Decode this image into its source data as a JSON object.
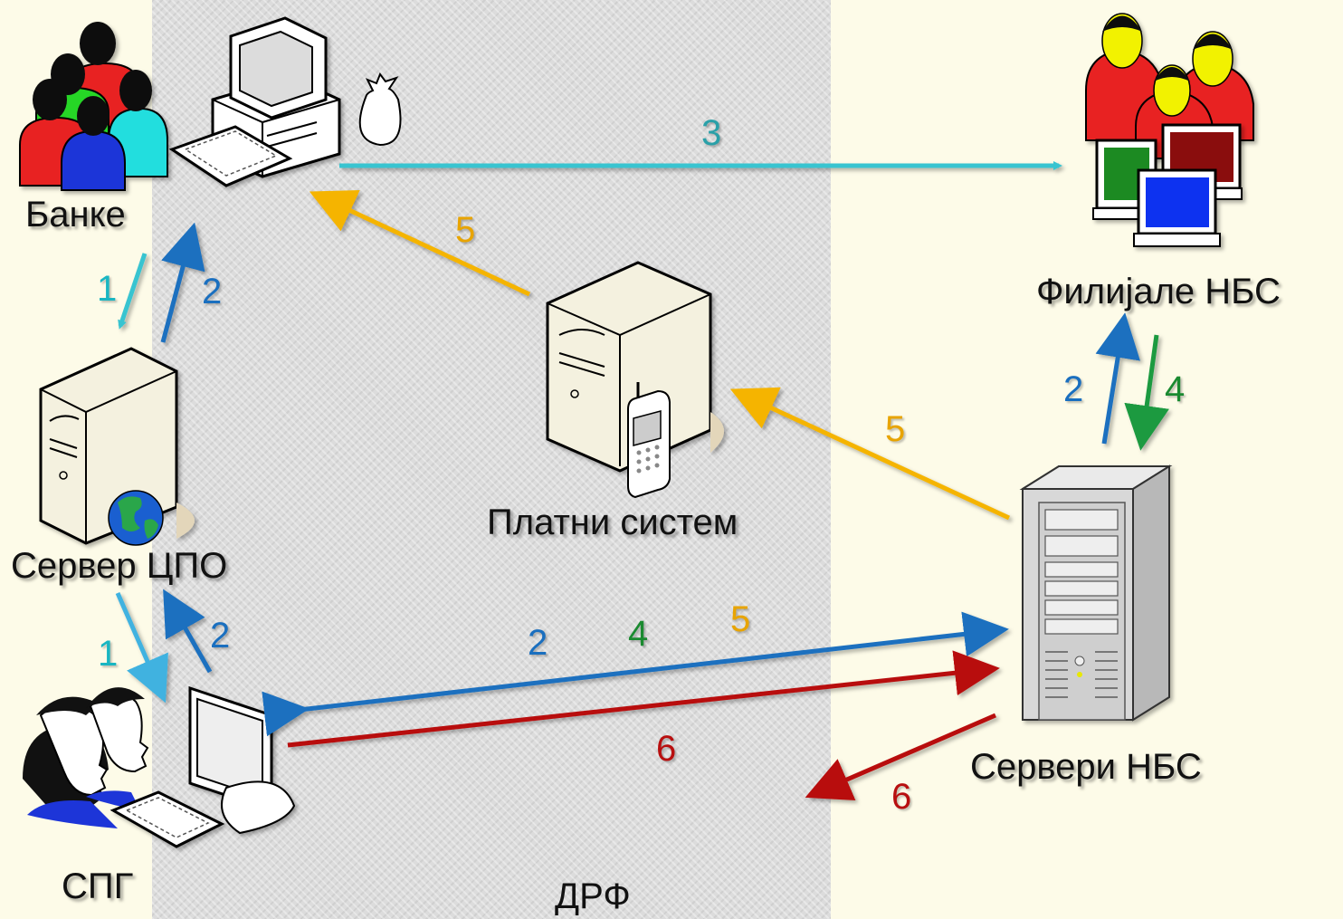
{
  "zone": {
    "label": "ДРФ"
  },
  "nodes": {
    "banks": "Банке",
    "server_cpo": "Сервер ЦПО",
    "spg": "СПГ",
    "payment_system": "Платни систем",
    "nbs_branches": "Филијале НБС",
    "nbs_servers": "Сервери НБС"
  },
  "steps": {
    "s1_banks_to_cpo": "1",
    "s2_cpo_to_banks": "2",
    "s3_banks_to_branches": "3",
    "s5_payment_to_banks": "5",
    "s2_servers_to_branches": "2",
    "s4_branches_to_servers": "4",
    "s5_servers_to_payment": "5",
    "s1_cpo_to_spg": "1",
    "s2_spg_to_cpo": "2",
    "s2_spg_servers": "2",
    "s4_spg_servers": "4",
    "s5_spg_servers": "5",
    "s6_spg_to_servers": "6",
    "s6_servers_out": "6"
  },
  "colors": {
    "background": "#fdfbe8",
    "band": "#dcdcdc",
    "step1": "#39c4d0",
    "step2": "#1a6fbf",
    "step3": "#38c4c8",
    "step4": "#1a9a40",
    "step5": "#f5b400",
    "step6": "#b80f0f",
    "label_step2": "#1a6fbf",
    "label_step4": "#1a8a30",
    "label_step5": "#e8a400",
    "label_step6": "#b80f0f",
    "label_step3": "#2aa0a8",
    "label_step1": "#19b6c2"
  }
}
